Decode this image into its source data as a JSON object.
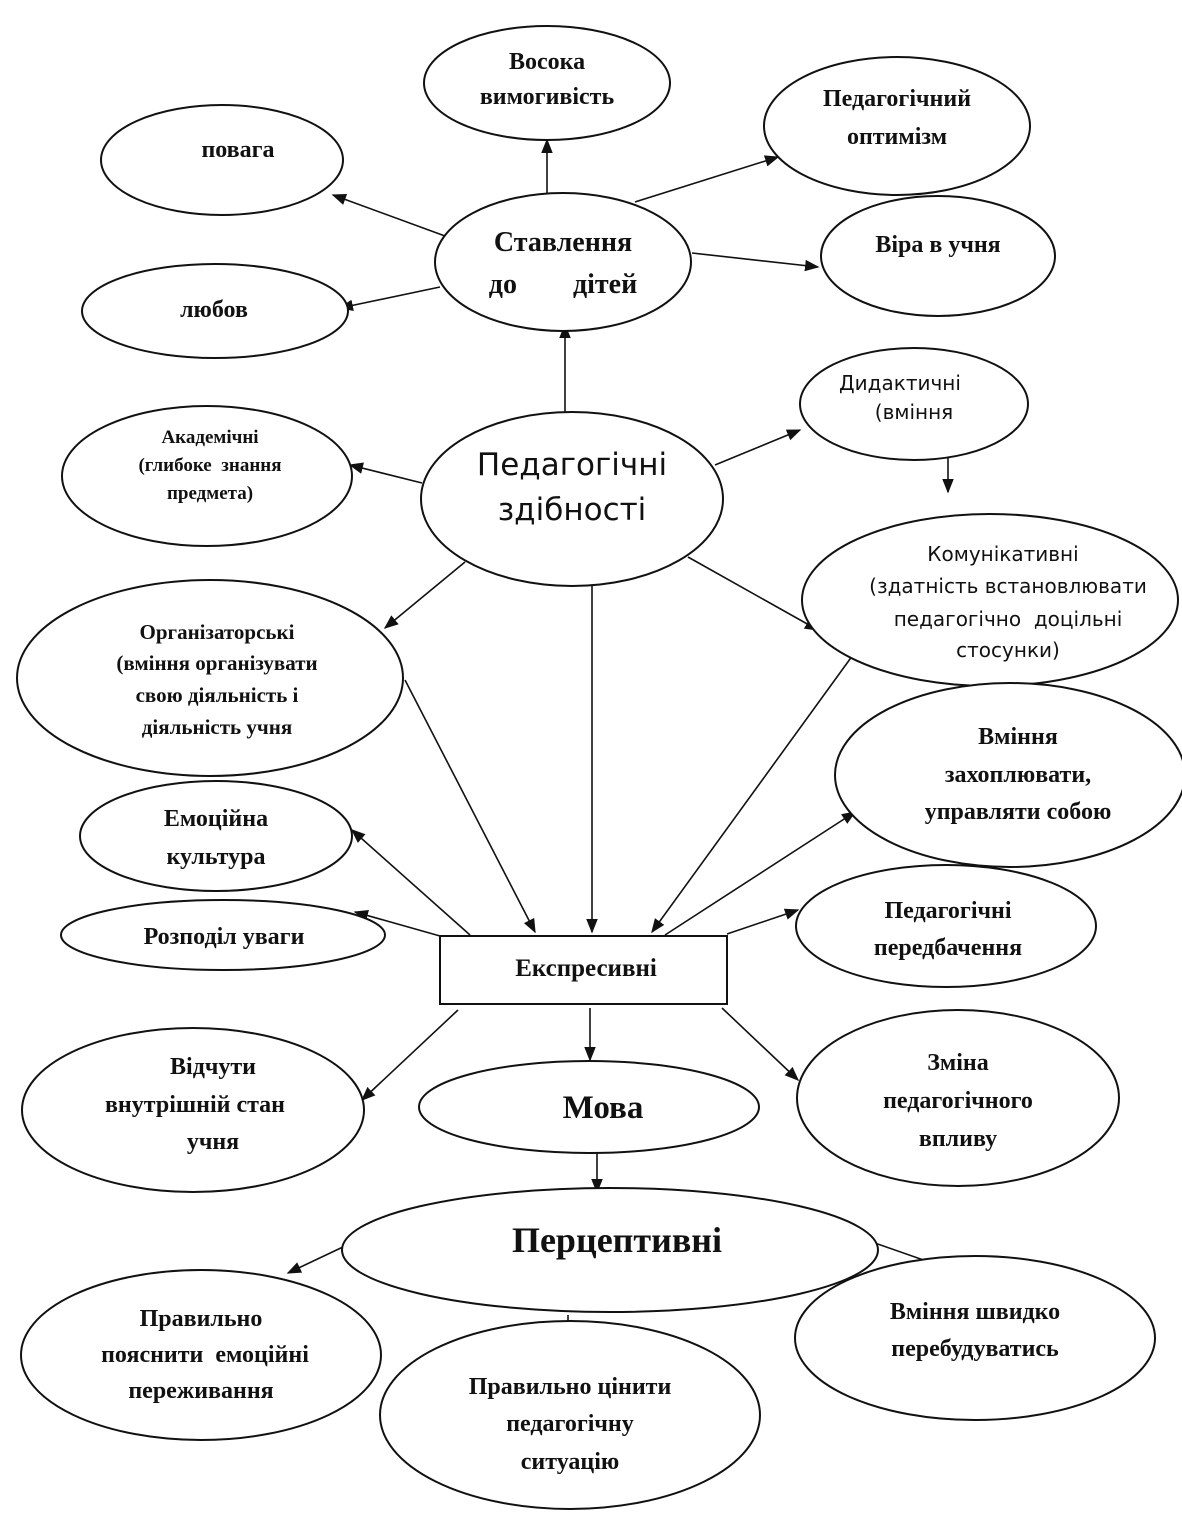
{
  "nodes": {
    "vymohlyvist": [
      "Восока",
      "вимогивість"
    ],
    "optymizm": [
      "Педагогічний",
      "оптимізм"
    ],
    "povaha": [
      "повага"
    ],
    "stavlennia": [
      "Ставлення",
      "до        дітей"
    ],
    "vira": [
      "Віра в учня"
    ],
    "liubov": [
      "любов"
    ],
    "dydaktychni": [
      "Дидактичні",
      "(вміння"
    ],
    "akademichni": [
      "Академічні",
      "(глибоке  знання",
      "предмета)"
    ],
    "zdibnosti": [
      "Педагогічні",
      "здібності"
    ],
    "komunikatyvni": [
      "Комунікативні",
      "(здатність встановлювати",
      "педагогічно  доцільні",
      "стосунки)"
    ],
    "orhanizatorski": [
      "Організаторські",
      "(вміння організувати",
      "свою діяльність і",
      "діяльність учня"
    ],
    "zakhopliuvaty": [
      "Вміння",
      "захоплювати,",
      "управляти собою"
    ],
    "emotsiina": [
      "Емоційна",
      "культура"
    ],
    "peredbachennia": [
      "Педагогічні",
      "передбачення"
    ],
    "rozpodil": [
      "Розподіл уваги"
    ],
    "ekspresyvni": [
      "Експресивні"
    ],
    "vidchuty": [
      "Відчути",
      "внутрішній стан",
      "учня"
    ],
    "mova": [
      "Мова"
    ],
    "zmina": [
      "Зміна",
      "педагогічного",
      "впливу"
    ],
    "pertseptyvni": [
      "Перцептивні"
    ],
    "poiasnyty": [
      "Правильно",
      "пояснити  емоційні",
      "переживання"
    ],
    "pereb": [
      "Вміння швидко",
      "перебудуватись"
    ],
    "tsinyty": [
      "Правильно цінити",
      "педагогічну",
      "ситуацію"
    ]
  }
}
